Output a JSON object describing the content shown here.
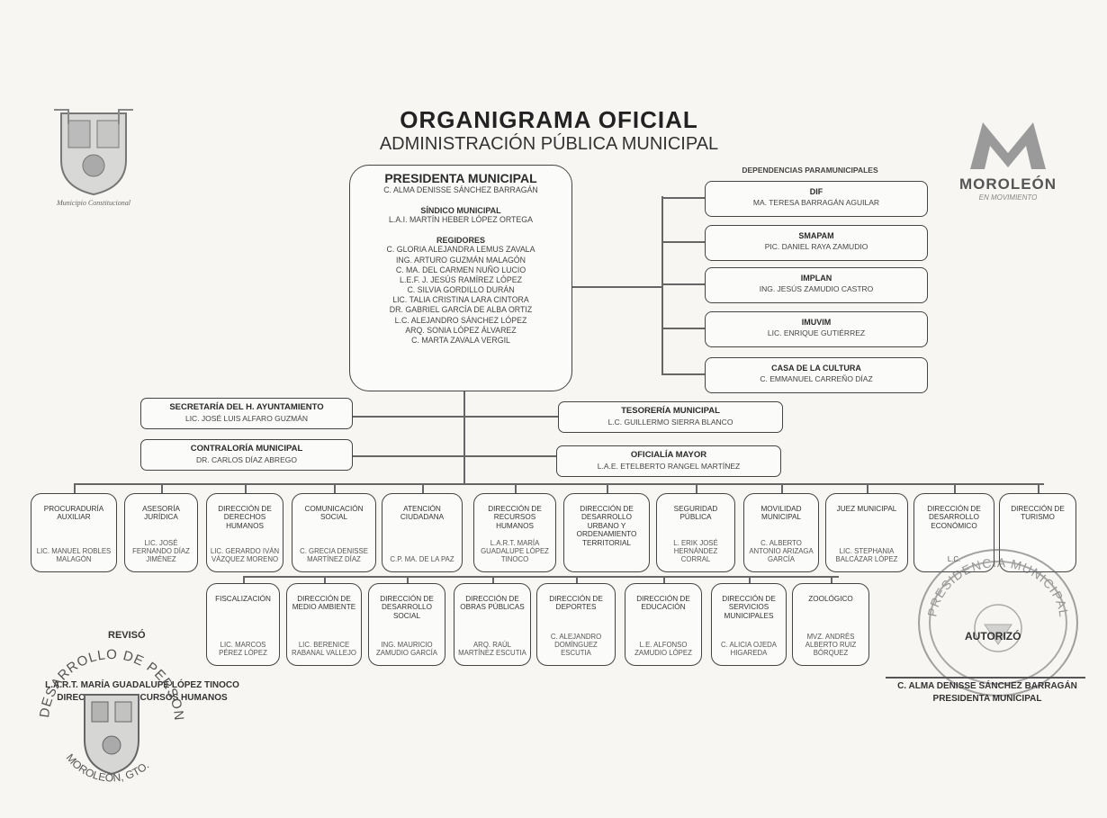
{
  "title": "ORGANIGRAMA OFICIAL",
  "subtitle": "ADMINISTRACIÓN PÚBLICA MUNICIPAL",
  "logo_left": {
    "caption": "Municipio Constitucional"
  },
  "logo_right": {
    "brand": "MOROLEÓN",
    "tagline": "EN MOVIMIENTO"
  },
  "presidency": {
    "title": "PRESIDENTA MUNICIPAL",
    "name": "C. ALMA DENISSE SÁNCHEZ BARRAGÁN",
    "sindico_title": "SÍNDICO MUNICIPAL",
    "sindico_name": "L.A.I. MARTÍN HEBER LÓPEZ ORTEGA",
    "regidores_title": "REGIDORES",
    "regidores": [
      "C. GLORIA ALEJANDRA LEMUS ZAVALA",
      "ING. ARTURO GUZMÁN MALAGÓN",
      "C. MA. DEL CARMEN NUÑO LUCIO",
      "L.E.F. J. JESÚS RAMÍREZ LÓPEZ",
      "C. SILVIA GORDILLO DURÁN",
      "LIC. TALIA CRISTINA LARA CINTORA",
      "DR. GABRIEL GARCÍA DE ALBA ORTIZ",
      "L.C. ALEJANDRO SÁNCHEZ LÓPEZ",
      "ARQ. SONIA LÓPEZ ÁLVAREZ",
      "C. MARTA ZAVALA VERGIL"
    ]
  },
  "paramunicipal_heading": "DEPENDENCIAS PARAMUNICIPALES",
  "paramunicipales": [
    {
      "title": "DIF",
      "name": "MA. TERESA BARRAGÁN AGUILAR"
    },
    {
      "title": "SMAPAM",
      "name": "PIC. DANIEL RAYA ZAMUDIO"
    },
    {
      "title": "IMPLAN",
      "name": "ING. JESÚS ZAMUDIO CASTRO"
    },
    {
      "title": "IMUVIM",
      "name": "LIC. ENRIQUE GUTIÉRREZ"
    },
    {
      "title": "CASA DE LA CULTURA",
      "name": "C. EMMANUEL CARREÑO DÍAZ"
    }
  ],
  "staff": {
    "secretaria": {
      "title": "SECRETARÍA DEL H. AYUNTAMIENTO",
      "name": "LIC. JOSÉ LUIS ALFARO GUZMÁN"
    },
    "contraloria": {
      "title": "CONTRALORÍA MUNICIPAL",
      "name": "DR. CARLOS DÍAZ ABREGO"
    },
    "tesoreria": {
      "title": "TESORERÍA MUNICIPAL",
      "name": "L.C. GUILLERMO SIERRA BLANCO"
    },
    "oficialia": {
      "title": "OFICIALÍA MAYOR",
      "name": "L.A.E. ETELBERTO RANGEL MARTÍNEZ"
    }
  },
  "row1": [
    {
      "title": "PROCURADURÍA AUXILIAR",
      "name": "LIC. MANUEL ROBLES MALAGÓN"
    },
    {
      "title": "ASESORÍA JURÍDICA",
      "name": "LIC. JOSÉ FERNANDO DÍAZ JIMÉNEZ"
    },
    {
      "title": "DIRECCIÓN DE DERECHOS HUMANOS",
      "name": "LIC. GERARDO IVÁN VÁZQUEZ MORENO"
    },
    {
      "title": "COMUNICACIÓN SOCIAL",
      "name": "C. GRECIA DENISSE MARTÍNEZ DÍAZ"
    },
    {
      "title": "ATENCIÓN CIUDADANA",
      "name": "C.P. MA. DE LA PAZ"
    },
    {
      "title": "DIRECCIÓN DE RECURSOS HUMANOS",
      "name": "L.A.R.T. MARÍA GUADALUPE LÓPEZ TINOCO"
    },
    {
      "title": "DIRECCIÓN DE DESARROLLO URBANO Y ORDENAMIENTO TERRITORIAL",
      "name": ""
    },
    {
      "title": "SEGURIDAD PÚBLICA",
      "name": "L. ERIK JOSÉ HERNÁNDEZ CORRAL"
    },
    {
      "title": "MOVILIDAD MUNICIPAL",
      "name": "C. ALBERTO ANTONIO ARIZAGA GARCÍA"
    },
    {
      "title": "JUEZ MUNICIPAL",
      "name": "LIC. STEPHANIA BALCÁZAR LÓPEZ"
    },
    {
      "title": "DIRECCIÓN DE DESARROLLO ECONÓMICO",
      "name": "L.C."
    },
    {
      "title": "DIRECCIÓN DE TURISMO",
      "name": ""
    }
  ],
  "row2": [
    {
      "title": "FISCALIZACIÓN",
      "name": "LIC. MARCOS PÉREZ LÓPEZ"
    },
    {
      "title": "DIRECCIÓN DE MEDIO AMBIENTE",
      "name": "LIC. BERENICE RABANAL VALLEJO"
    },
    {
      "title": "DIRECCIÓN DE DESARROLLO SOCIAL",
      "name": "ING. MAURICIO ZAMUDIO GARCÍA"
    },
    {
      "title": "DIRECCIÓN DE OBRAS PÚBLICAS",
      "name": "ARQ. RAÚL MARTÍNEZ ESCUTIA"
    },
    {
      "title": "DIRECCIÓN DE DEPORTES",
      "name": "C. ALEJANDRO DOMÍNGUEZ ESCUTIA"
    },
    {
      "title": "DIRECCIÓN DE EDUCACIÓN",
      "name": "L.E. ALFONSO ZAMUDIO LÓPEZ"
    },
    {
      "title": "DIRECCIÓN DE SERVICIOS MUNICIPALES",
      "name": "C. ALICIA OJEDA HIGAREDA"
    },
    {
      "title": "ZOOLÓGICO",
      "name": "MVZ. ANDRÉS ALBERTO RUIZ BÓRQUEZ"
    }
  ],
  "reviso": {
    "label": "REVISÓ",
    "name": "L.A.R.T. MARÍA GUADALUPE LÓPEZ TINOCO",
    "role": "DIRECTORA DE RECURSOS HUMANOS",
    "stamp_top": "DESARROLLO DE PERSONAL",
    "stamp_bottom": "MOROLEÓN, GTO."
  },
  "autorizo": {
    "label": "AUTORIZÓ",
    "name": "C. ALMA DENISSE SÁNCHEZ BARRAGÁN",
    "role": "PRESIDENTA MUNICIPAL",
    "stamp_text": "PRESIDENCIA MUNICIPAL"
  }
}
